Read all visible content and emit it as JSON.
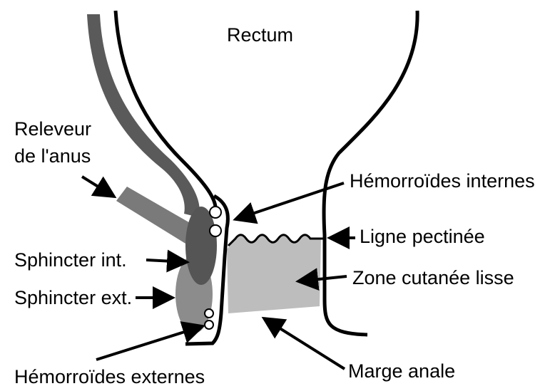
{
  "labels": {
    "rectum": "Rectum",
    "releveur_line1": "Releveur",
    "releveur_line2": "de l'anus",
    "hemorroides_internes": "Hémorroïdes internes",
    "ligne_pectinee": "Ligne pectinée",
    "zone_cutanee": "Zone cutanée lisse",
    "sphincter_int": "Sphincter int.",
    "sphincter_ext": "Sphincter ext.",
    "hemorroides_externes": "Hémorroïdes externes",
    "marge_anale": "Marge anale"
  },
  "colors": {
    "outline": "#000000",
    "rectal_wall_band": "#5a5a5a",
    "releveur_muscle": "#7a7a7a",
    "sphincter_internal": "#555555",
    "sphincter_external": "#8c8c8c",
    "skin_zone": "#bdbdbd",
    "background": "#ffffff"
  }
}
